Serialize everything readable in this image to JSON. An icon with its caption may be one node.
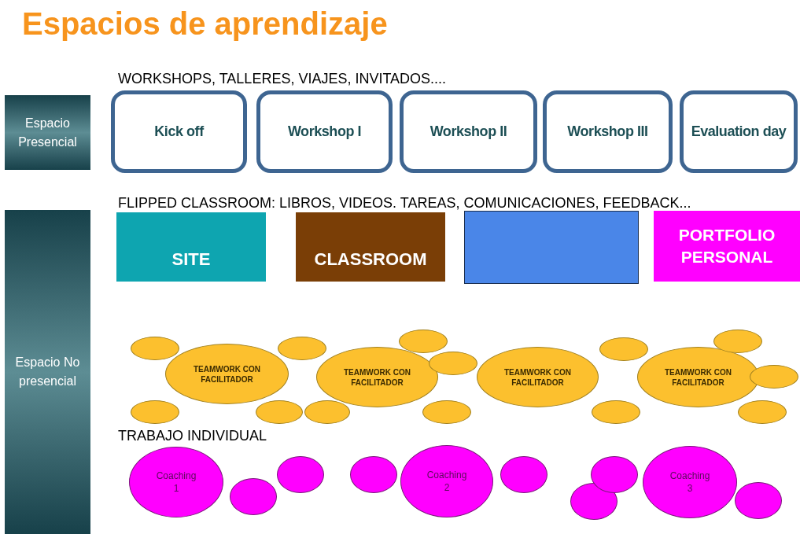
{
  "diagram": {
    "title": "Espacios de aprendizaje",
    "nodes": [
      {
        "text": [
          "Espacio Presencial"
        ]
      },
      {
        "text": [
          "Kick off"
        ]
      },
      {
        "text": [
          "Workshop I"
        ]
      },
      {
        "text": [
          "Workshop II"
        ]
      },
      {
        "text": [
          "Workshop III"
        ]
      },
      {
        "text": [
          "Evaluation day"
        ]
      },
      {
        "text": [
          "Espacio No presencial"
        ]
      },
      {
        "text": [
          "SITE"
        ]
      },
      {
        "text": [
          "CLASSROOM"
        ]
      },
      {
        "text": [],
        "shape": "box"
      },
      {
        "text": [
          "PORTFOLIO PERSONAL"
        ]
      },
      {
        "text": [
          "TEAMWORK CON FACILITADOR"
        ]
      },
      {
        "text": [
          "TEAMWORK CON FACILITADOR"
        ]
      },
      {
        "text": [
          "TEAMWORK CON FACILITADOR"
        ]
      },
      {
        "text": [
          "TEAMWORK CON FACILITADOR"
        ]
      },
      {
        "text": [],
        "shape": "circle"
      },
      {
        "text": [],
        "shape": "circle"
      },
      {
        "text": [],
        "shape": "circle"
      },
      {
        "text": [],
        "shape": "circle"
      },
      {
        "text": [],
        "shape": "circle"
      },
      {
        "text": [],
        "shape": "circle"
      },
      {
        "text": [],
        "shape": "circle"
      },
      {
        "text": [],
        "shape": "circle"
      },
      {
        "text": [],
        "shape": "circle"
      },
      {
        "text": [],
        "shape": "circle"
      },
      {
        "text": [],
        "shape": "circle"
      },
      {
        "text": [],
        "shape": "circle"
      },
      {
        "text": [],
        "shape": "circle"
      },
      {
        "text": [
          "Coaching 1"
        ]
      },
      {
        "text": [
          "Coaching 2"
        ]
      },
      {
        "text": [
          "Coaching 3"
        ]
      },
      {
        "text": [],
        "shape": "circle"
      },
      {
        "text": [],
        "shape": "circle"
      },
      {
        "text": [],
        "shape": "circle"
      },
      {
        "text": [],
        "shape": "circle"
      },
      {
        "text": [],
        "shape": "circle"
      },
      {
        "text": [],
        "shape": "circle"
      },
      {
        "text": [],
        "shape": "circle"
      }
    ],
    "labels": [
      "WORKSHOPS, TALLERES, VIAJES, INVITADOS....",
      "FLIPPED CLASSROOM: LIBROS, VIDEOS. TAREAS, COMUNICACIONES, FEEDBACK...",
      "TRABAJO INDIVIDUAL"
    ]
  }
}
